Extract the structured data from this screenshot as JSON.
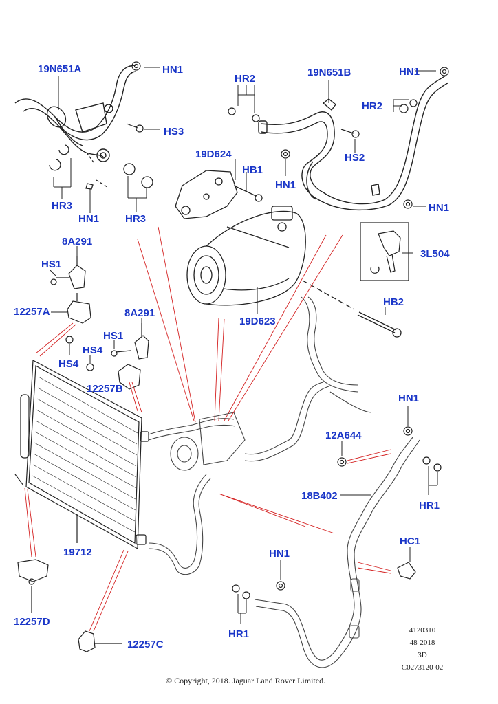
{
  "callouts": {
    "c19n651a": "19N651A",
    "hn1_top": "HN1",
    "hs3": "HS3",
    "hr3_left": "HR3",
    "hn1_left": "HN1",
    "hr3_right": "HR3",
    "hr2_top": "HR2",
    "c19n651b": "19N651B",
    "hn1_topright": "HN1",
    "hr2_right": "HR2",
    "hs2": "HS2",
    "hn1_mid": "HN1",
    "hn1_right": "HN1",
    "c19d624": "19D624",
    "hb1": "HB1",
    "c3l504": "3L504",
    "c8a291_top": "8A291",
    "hs1_top": "HS1",
    "c12257a": "12257A",
    "hs4_left": "HS4",
    "c8a291_mid": "8A291",
    "hs1_mid": "HS1",
    "hs4_mid": "HS4",
    "c12257b": "12257B",
    "c19d623": "19D623",
    "hb2": "HB2",
    "hn1_lowright": "HN1",
    "c12a644": "12A644",
    "hr1_right": "HR1",
    "c18b402": "18B402",
    "c19712": "19712",
    "hc1": "HC1",
    "hn1_bottom": "HN1",
    "hr1_bottom": "HR1",
    "c12257d": "12257D",
    "c12257c": "12257C"
  },
  "meta": {
    "line1": "4120310",
    "line2": "48-2018",
    "line3": "3D",
    "line4": "C0273120-02"
  },
  "copyright": "© Copyright, 2018. Jaguar Land Rover Limited.",
  "colors": {
    "callout": "#1a36c8",
    "leader_red": "#d42020",
    "line_art": "#222222"
  }
}
